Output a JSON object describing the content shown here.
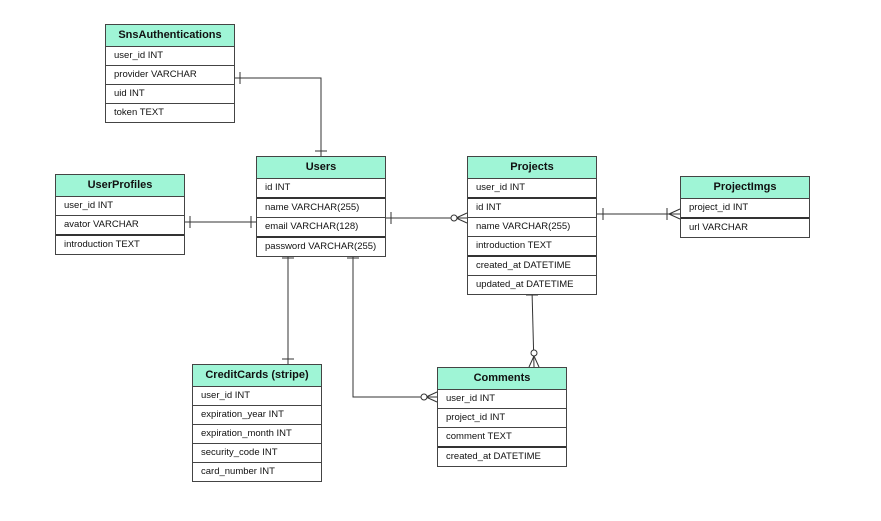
{
  "entities": {
    "sns": {
      "title": "SnsAuthentications",
      "fields": [
        "user_id INT",
        "provider VARCHAR",
        "uid INT",
        "token TEXT"
      ]
    },
    "users": {
      "title": "Users",
      "fields": [
        "id INT",
        "name VARCHAR(255)",
        "email VARCHAR(128)",
        "password VARCHAR(255)"
      ]
    },
    "profiles": {
      "title": "UserProfiles",
      "fields": [
        "user_id INT",
        "avator VARCHAR",
        "introduction TEXT"
      ]
    },
    "projects": {
      "title": "Projects",
      "fields": [
        "user_id INT",
        "id INT",
        "name VARCHAR(255)",
        "introduction TEXT",
        "created_at DATETIME",
        "updated_at DATETIME"
      ]
    },
    "imgs": {
      "title": "ProjectImgs",
      "fields": [
        "project_id INT",
        "url VARCHAR"
      ]
    },
    "cards": {
      "title": "CreditCards (stripe)",
      "fields": [
        "user_id INT",
        "expiration_year INT",
        "expiration_month INT",
        "security_code INT",
        "card_number INT"
      ]
    },
    "comments": {
      "title": "Comments",
      "fields": [
        "user_id INT",
        "project_id INT",
        "comment TEXT",
        "created_at DATETIME"
      ]
    }
  },
  "relationships": [
    {
      "from": "users",
      "to": "sns",
      "from_card": "one",
      "to_card": "one"
    },
    {
      "from": "users",
      "to": "profiles",
      "from_card": "one",
      "to_card": "one"
    },
    {
      "from": "users",
      "to": "projects",
      "from_card": "one",
      "to_card": "zero-or-many"
    },
    {
      "from": "projects",
      "to": "imgs",
      "from_card": "one",
      "to_card": "one-or-many"
    },
    {
      "from": "users",
      "to": "cards",
      "from_card": "one",
      "to_card": "one"
    },
    {
      "from": "users",
      "to": "comments",
      "from_card": "one",
      "to_card": "zero-or-many"
    },
    {
      "from": "projects",
      "to": "comments",
      "from_card": "one",
      "to_card": "zero-or-many"
    }
  ]
}
